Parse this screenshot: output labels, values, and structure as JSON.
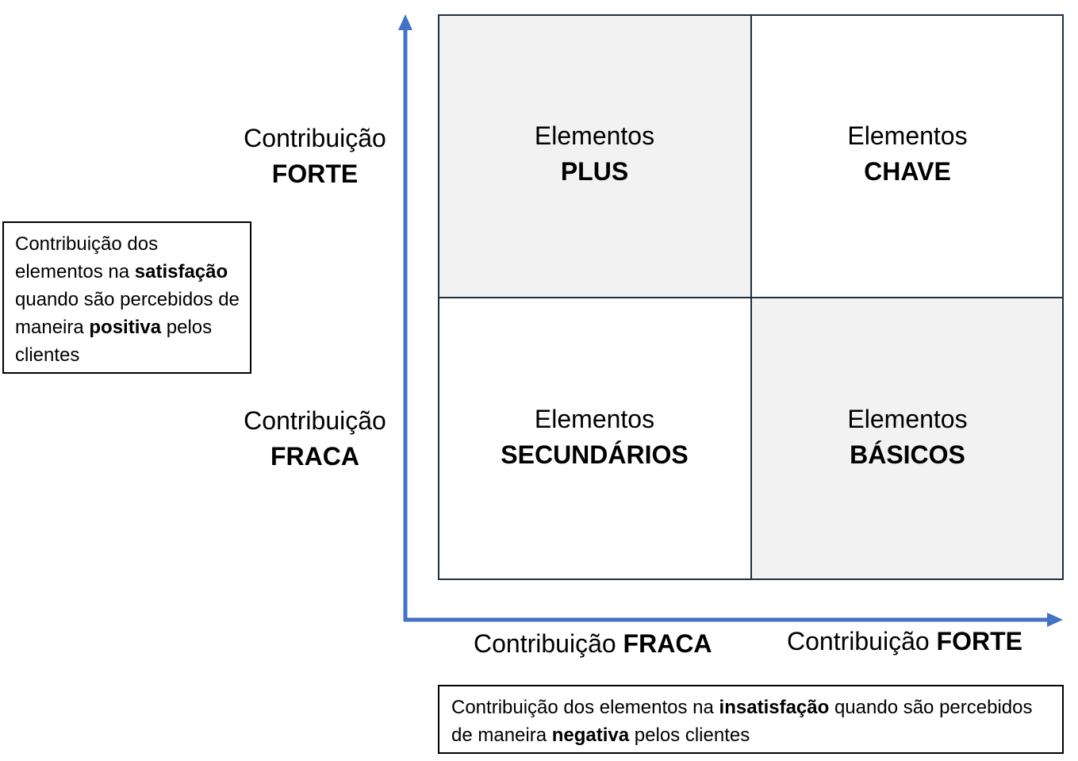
{
  "axes": {
    "y_top_label": {
      "normal": "Contribuição",
      "bold": "FORTE"
    },
    "y_bottom_label": {
      "normal": "Contribuição",
      "bold": "FRACA"
    },
    "x_left_label": {
      "normal": "Contribuição ",
      "bold": "FRACA"
    },
    "x_right_label": {
      "normal": "Contribuição ",
      "bold": "FORTE"
    },
    "color": "#4472C4"
  },
  "quadrants": {
    "top_left": {
      "line1": "Elementos",
      "line2": "PLUS",
      "fill": "#F2F2F2"
    },
    "top_right": {
      "line1": "Elementos",
      "line2": "CHAVE",
      "fill": "#FFFFFF"
    },
    "bottom_left": {
      "line1": "Elementos",
      "line2": "SECUNDÁRIOS",
      "fill": "#FFFFFF"
    },
    "bottom_right": {
      "line1": "Elementos",
      "line2": "BÁSICOS",
      "fill": "#F2F2F2"
    }
  },
  "notes": {
    "satisfaction": {
      "part1": "Contribuição dos elementos na ",
      "bold1": "satisfação",
      "part2": " quando são percebidos de maneira ",
      "bold2": "positiva",
      "part3": " pelos clientes"
    },
    "dissatisfaction": {
      "part1": "Contribuição dos elementos na ",
      "bold1": "insatisfação",
      "part2": " quando são percebidos de maneira ",
      "bold2": "negativa",
      "part3": " pelos clientes"
    }
  }
}
